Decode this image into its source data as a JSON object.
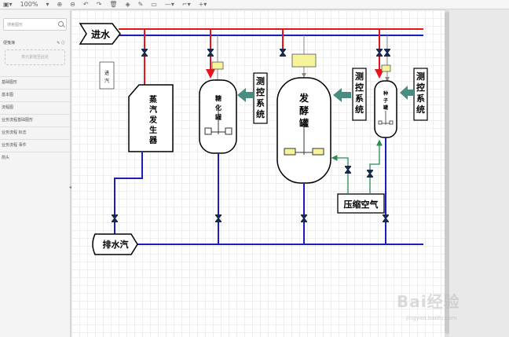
{
  "toolbar": {
    "zoom": "100%",
    "icons": [
      "sidebar-toggle-icon",
      "zoom-in-icon",
      "zoom-out-icon",
      "undo-icon",
      "redo-icon",
      "delete-icon",
      "fill-icon",
      "line-color-icon",
      "shadow-icon",
      "line-style-icon",
      "waypoint-icon",
      "insert-icon"
    ]
  },
  "sidebar": {
    "search_placeholder": "搜索图形",
    "scratchpad_title": "便笺簿",
    "scratchpad_drop": "将元素拖至此处",
    "sections": [
      "基础图形",
      "基本图",
      "流程图",
      "业务流程基础图形",
      "业务流程 标志",
      "业务流程 事件",
      "箭头"
    ]
  },
  "diagram": {
    "inlet_water": "进水",
    "drain_steam": "排水汽",
    "steam_in_note": "进汽",
    "steam_generator": [
      "蒸",
      "汽",
      "发",
      "生",
      "器"
    ],
    "saccharification_tank": [
      "糖",
      "化",
      "罐"
    ],
    "fermentation_tank": [
      "发",
      "酵",
      "罐"
    ],
    "seed_tank": [
      "种",
      "子",
      "罐"
    ],
    "control_system": [
      "测",
      "控",
      "系",
      "统"
    ],
    "compressed_air": "压缩空气",
    "colors": {
      "red_line": "#e8141c",
      "blue_line": "#1d1dbd",
      "green_arrow": "#2e8b57",
      "teal_arrow": "#4a8c80",
      "yellow_box": "#f6f49a",
      "valve": "#1a2a4a"
    }
  },
  "watermark": {
    "brand": "Bai经验",
    "url": "jingyan.baidu.com"
  }
}
